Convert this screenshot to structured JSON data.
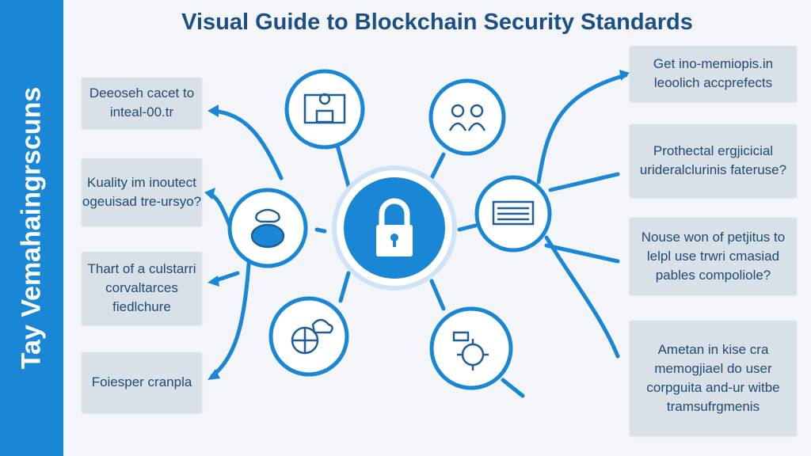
{
  "title": "Visual Guide to  Blockchain Security Standards",
  "sidebar_text": "Tay Vemahaingrscuns",
  "left_boxes": [
    "Deeoseh cacet to inteal-00.tr",
    "Kuality im inoutect ogeuisad tre-ursyo?",
    "Thart of a culstarri corvaltarces fiedlchure",
    "Foiesper cranpla"
  ],
  "right_boxes": [
    "Get ino-memiopis.in leoolich accprefects",
    "Prothectal ergjicicial urideralclurinis fateruse?",
    "Nouse won of petjitus to lelpl use trwri cmasiad pables compoliole?",
    "Ametan in kise cra memogjiael do user corpguita and-ur witbe tramsufrgmenis"
  ],
  "colors": {
    "accent": "#1a86d6",
    "title": "#1b4f86",
    "box": "#d8e0e8"
  },
  "icons": [
    "lock-icon",
    "people-desk-icon",
    "team-meeting-icon",
    "chat-head-icon",
    "server-icon",
    "globe-cloud-icon",
    "virus-shield-icon"
  ]
}
